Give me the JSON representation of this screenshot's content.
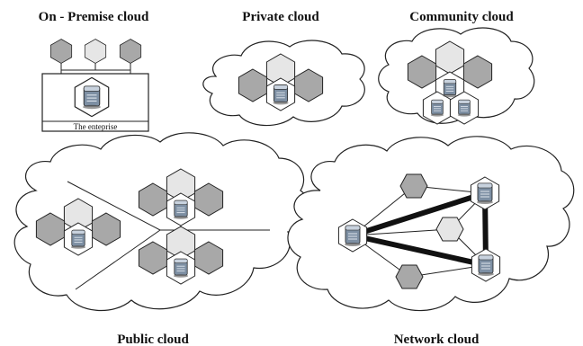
{
  "titles": {
    "on_premise": "On - Premise cloud",
    "private": "Private cloud",
    "community": "Community cloud",
    "public": "Public cloud",
    "network": "Network cloud"
  },
  "labels": {
    "enterprise": "The enteprise"
  },
  "colors": {
    "dark_hex": "#a8a8a8",
    "light_hex": "#e6e6e6",
    "outline": "#111111",
    "server_body": "#7d8fa3",
    "background": "#ffffff"
  },
  "icons": {
    "server": "server-icon",
    "hexagon": "hexagon-icon",
    "cloud": "cloud-shape"
  }
}
